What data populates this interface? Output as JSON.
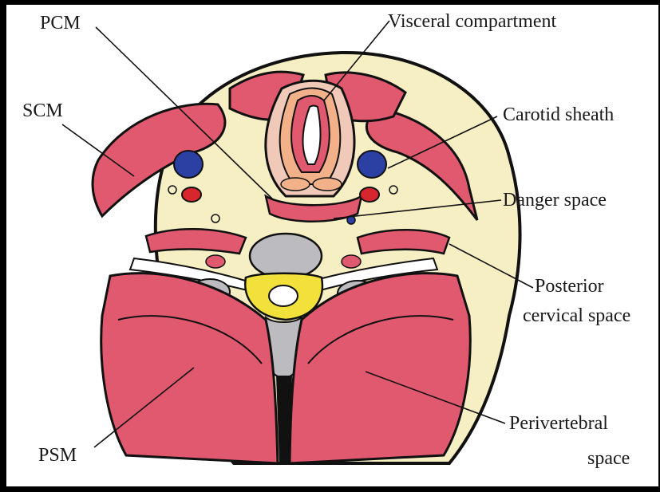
{
  "labels": {
    "pcm": "PCM",
    "scm": "SCM",
    "psm": "PSM",
    "visceral_compartment": "Visceral compartment",
    "carotid_sheath": "Carotid sheath",
    "danger_space": "Danger space",
    "posterior_cervical_space_line1": "Posterior",
    "posterior_cervical_space_line2": "cervical space",
    "perivertebral_space_line1": "Perivertebral",
    "perivertebral_space_line2": "space"
  },
  "colors": {
    "background": "#ffffff",
    "frame": "#000000",
    "fascia_fill": "#f7efc4",
    "muscle": "#e0596f",
    "muscle_dark": "#c94a62",
    "vein": "#2c3fa3",
    "artery": "#d7262e",
    "vertebra": "#bcbcc0",
    "spinal_canal": "#f2e13a",
    "airway": "#f3b18a",
    "outline": "#111111"
  }
}
